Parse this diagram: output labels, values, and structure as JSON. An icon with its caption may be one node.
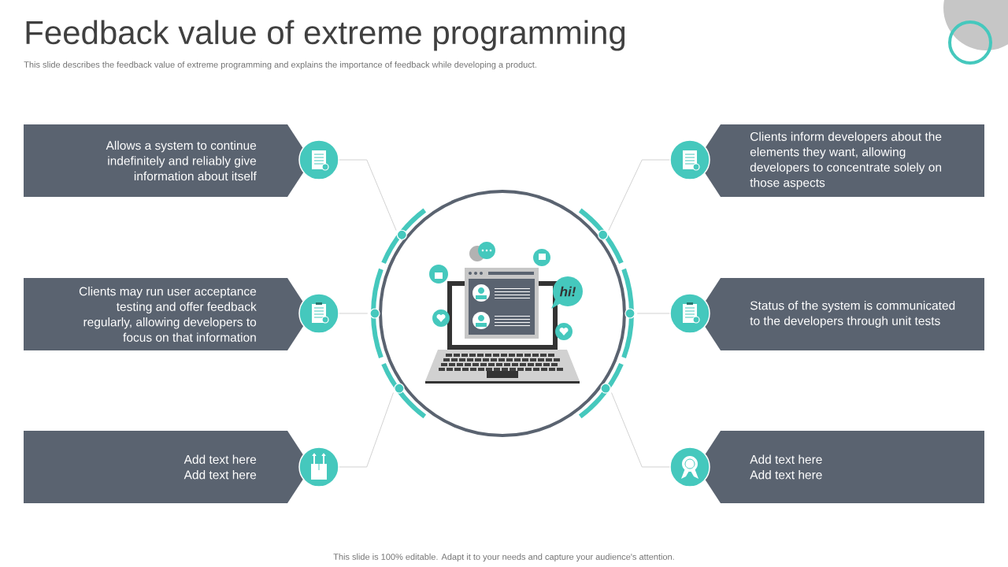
{
  "diagram": {
    "title": "Feedback value of extreme programming",
    "nodes": [
      {
        "text": [
          "Allows a system to continue indefinitely and reliably give information about itself"
        ]
      },
      {
        "text": [],
        "shape": "circle"
      },
      {
        "text": [],
        "shape": "circle"
      },
      {
        "text": [
          "Clients inform developers about the elements they want, allowing developers to concentrate solely on those aspects"
        ]
      },
      {
        "text": [
          "Clients may run user acceptance testing and offer feedback regularly, allowing developers to focus on that information"
        ]
      },
      {
        "text": [],
        "shape": "circle"
      },
      {
        "text": [],
        "shape": "circle"
      },
      {
        "text": [
          "Status of the system is communicated to the developers through unit tests"
        ]
      },
      {
        "text": [
          "Add text here",
          "Add text here"
        ]
      },
      {
        "text": [],
        "shape": "circle"
      },
      {
        "text": [],
        "shape": "circle"
      },
      {
        "text": [
          "Add text here",
          "Add text here"
        ]
      },
      {
        "text": [],
        "shape": "circle"
      }
    ],
    "edges": [
      {
        "from": 1,
        "to": 12,
        "arrow": "none"
      },
      {
        "from": 2,
        "to": 12,
        "arrow": "none"
      },
      {
        "from": 5,
        "to": 12,
        "arrow": "none"
      },
      {
        "from": 6,
        "to": 12,
        "arrow": "none"
      },
      {
        "from": 9,
        "to": 12,
        "arrow": "none"
      },
      {
        "from": 10,
        "to": 12,
        "arrow": "none"
      }
    ],
    "labels": [
      "This slide describes the feedback value of extreme programming and explains the importance of feedback while developing a product.",
      "hi!",
      "This slide is 100% editable. Adapt it to your needs and capture your audience's attention."
    ]
  }
}
